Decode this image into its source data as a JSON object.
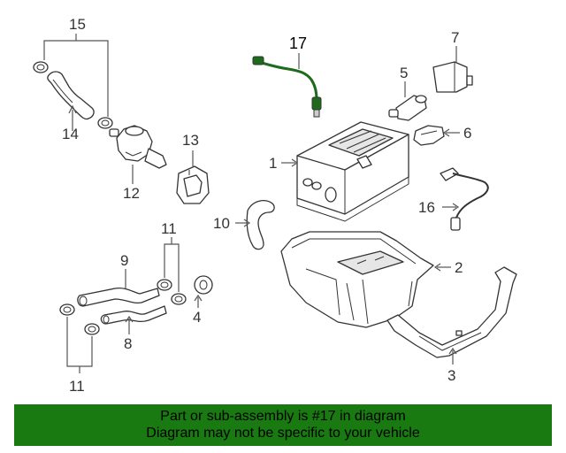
{
  "callouts": {
    "c1": "1",
    "c2": "2",
    "c3": "3",
    "c4": "4",
    "c5": "5",
    "c6": "6",
    "c7": "7",
    "c8": "8",
    "c9": "9",
    "c10": "10",
    "c11a": "11",
    "c11b": "11",
    "c12": "12",
    "c13": "13",
    "c14": "14",
    "c15": "15",
    "c16": "16",
    "c17": "17"
  },
  "banner": {
    "line1": "Part or sub-assembly is #17 in diagram",
    "line2": "Diagram may not be specific to your vehicle"
  },
  "colors": {
    "highlight": "#1e6b1e",
    "banner_bg": "#1a7a12",
    "line": "#333333"
  }
}
